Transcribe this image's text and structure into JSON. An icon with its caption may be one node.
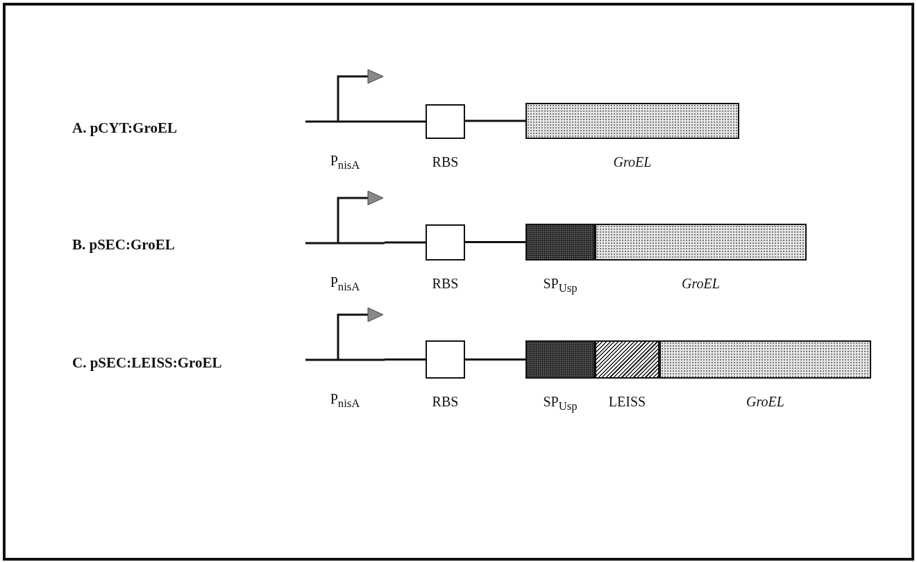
{
  "diagram": {
    "nodes": [
      {
        "text": [
          "P$_{nisA}$"
        ]
      },
      {
        "text": [
          "RBS"
        ]
      },
      {
        "text": [
          "GroEL"
        ]
      },
      {
        "text": [
          "P$_{nisA}$"
        ]
      },
      {
        "text": [
          "RBS"
        ]
      },
      {
        "text": [
          "SP$_{Usp}$"
        ]
      },
      {
        "text": [
          "GroEL"
        ]
      },
      {
        "text": [
          "P$_{nisA}$"
        ]
      },
      {
        "text": [
          "RBS"
        ]
      },
      {
        "text": [
          "SP$_{Usp}$"
        ]
      },
      {
        "text": [
          "LEISS"
        ]
      },
      {
        "text": [
          "GroEL"
        ]
      }
    ],
    "edges": [
      {
        "from": 0,
        "to": 1,
        "arrow": "none"
      },
      {
        "from": 1,
        "to": 2,
        "arrow": "none"
      },
      {
        "from": 3,
        "to": 4,
        "arrow": "none"
      },
      {
        "from": 4,
        "to": 5,
        "arrow": "none"
      },
      {
        "from": 7,
        "to": 8,
        "arrow": "none"
      },
      {
        "from": 8,
        "to": 9,
        "arrow": "none"
      }
    ],
    "labels": [
      "A. pCYT:GroEL",
      "B. pSEC:GroEL",
      "C. pSEC:LEISS:GroEL"
    ]
  }
}
